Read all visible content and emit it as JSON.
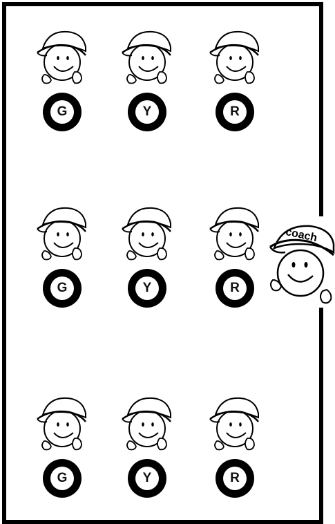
{
  "colors": {
    "line": "#000000",
    "background": "#ffffff",
    "cap": "#ffffff"
  },
  "players": [
    {
      "badge": "G"
    },
    {
      "badge": "Y"
    },
    {
      "badge": "R"
    },
    {
      "badge": "G"
    },
    {
      "badge": "Y"
    },
    {
      "badge": "R"
    },
    {
      "badge": "G"
    },
    {
      "badge": "Y"
    },
    {
      "badge": "R"
    }
  ],
  "coach": {
    "cap_text": "coach",
    "icon": "coach-smiley-icon"
  },
  "player_icon": "player-smiley-icon"
}
